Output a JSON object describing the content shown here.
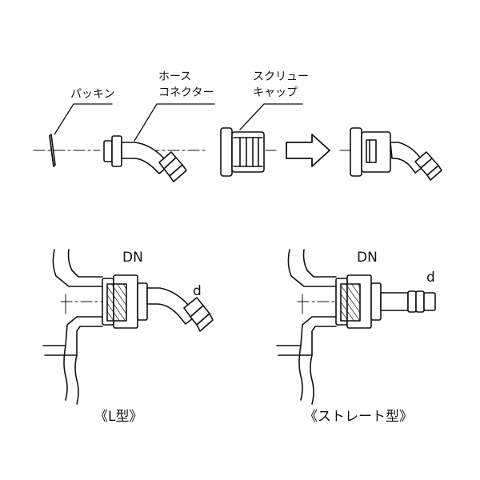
{
  "labels": {
    "packing": "パッキン",
    "hose_connector_line1": "ホース",
    "hose_connector_line2": "コネクター",
    "screw_cap_line1": "スクリュー",
    "screw_cap_line2": "キャップ",
    "dn_left": "DN",
    "d_left": "d",
    "dn_right": "DN",
    "d_right": "d"
  },
  "captions": {
    "l_type": "《L型》",
    "straight_type": "《ストレート型》"
  }
}
